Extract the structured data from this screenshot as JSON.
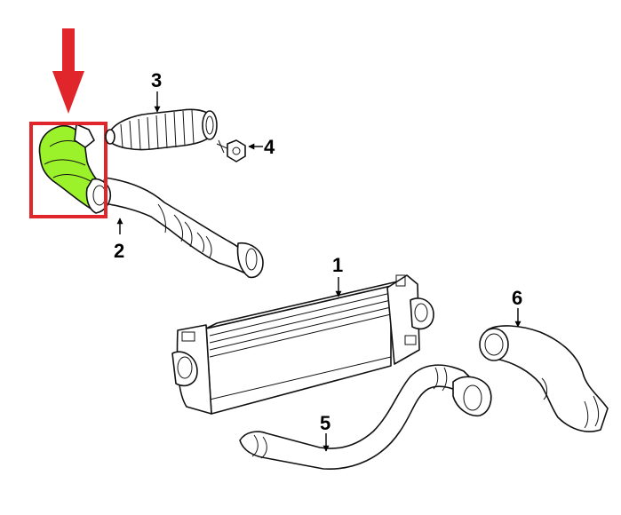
{
  "callouts": {
    "c1": "1",
    "c2": "2",
    "c3": "3",
    "c4": "4",
    "c5": "5",
    "c6": "6"
  },
  "colors": {
    "highlight_fill": "#9cf22a",
    "highlight_box": "#e0262b",
    "arrow": "#e0262b",
    "line": "#111111"
  },
  "icons": {
    "pointer": "red-down-arrow-icon",
    "selection": "red-highlight-box"
  }
}
